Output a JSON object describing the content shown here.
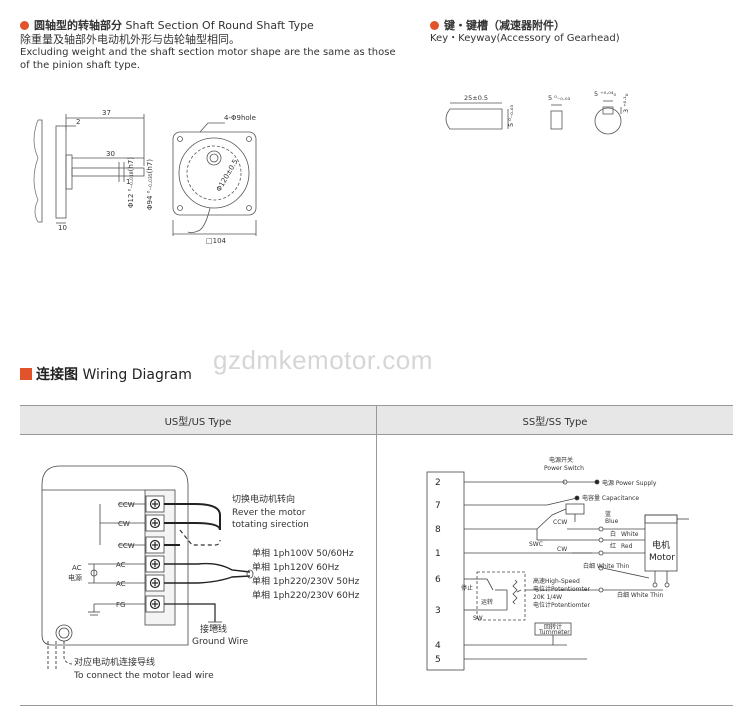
{
  "shaft_section": {
    "title_cn": "圆轴型的转轴部分",
    "title_en": "Shaft Section Of Round Shaft Type",
    "desc_cn": "除重量及轴部外电动机外形与齿轮轴型相同。",
    "desc_en_1": "Excluding weight and the shaft section motor shape are the same as those",
    "desc_en_2": "of the pinion shaft type.",
    "dims": {
      "d37": "37",
      "d2": "2",
      "d30": "30",
      "d1": "1",
      "d10": "10",
      "phi12": "Φ12 ⁰₋₀.₀₁₈(h7)",
      "phi94": "Φ94 ⁰₋₀.₀₃₅(h7)",
      "hole": "4-Φ9hole",
      "phi120": "Φ120±0.5",
      "sq104": "□104"
    }
  },
  "key_section": {
    "title_cn": "键・键槽（减速器附件）",
    "title_en": "Key・Keyway(Accessory of Gearhead)",
    "dims": {
      "len": "25±0.5",
      "h5": "5 ⁰₋₀.₀₃",
      "w5": "5 ⁰₋₀.₀₃",
      "slot5": "5 ⁺⁰·⁰⁴₀",
      "depth3": "3 ⁺⁰·¹₀"
    }
  },
  "watermark": "gzdmkemotor.com",
  "wiring": {
    "title_cn": "连接图",
    "title_en": "Wiring Diagram",
    "col_us": "US型/US Type",
    "col_ss": "SS型/SS Type",
    "us": {
      "terminals": [
        "CCW",
        "CW",
        "CCW",
        "AC",
        "AC",
        "FG"
      ],
      "ac_source": "电源",
      "switch_cn": "切换电动机转向",
      "switch_en_1": "Rever the motor",
      "switch_en_2": "totating sirection",
      "power_lines": [
        "单相 1ph100V  50/60Hz",
        "单相 1ph120V  60Hz",
        "单相 1ph220/230V  50Hz",
        "单相 1ph220/230V  60Hz"
      ],
      "ground_cn": "接地线",
      "ground_en": "Ground Wire",
      "lead_cn": "对应电动机连接导线",
      "lead_en": "To connect the motor lead wire"
    },
    "ss": {
      "pins": [
        "2",
        "7",
        "8",
        "1",
        "6",
        "3",
        "4",
        "5"
      ],
      "power_switch_cn": "电源开关",
      "power_switch_en": "Power Switch",
      "power_supply": "电源 Power Supply",
      "capacitance": "电容量 Capacitance",
      "ccw": "CCW",
      "cw": "CW",
      "swc": "SWC",
      "blue": "蓝",
      "blue_en": "Blue",
      "white": "白",
      "white_en": "White",
      "red": "红",
      "red_en": "Red",
      "motor_cn": "电机",
      "motor_en": "Motor",
      "white_thin_1": "白细 White Thin",
      "white_thin_2": "白细 White Thin",
      "stop": "停止",
      "run": "运转",
      "sw": "SW",
      "high_speed": "高速High-Speed",
      "pot_1": "电位计Potentiomter",
      "pot_value": "20K  1/4W",
      "pot_2": "电位计Potentiomter",
      "turnmeter_cn": "回转计",
      "turnmeter_en": "Turnmeter"
    }
  }
}
